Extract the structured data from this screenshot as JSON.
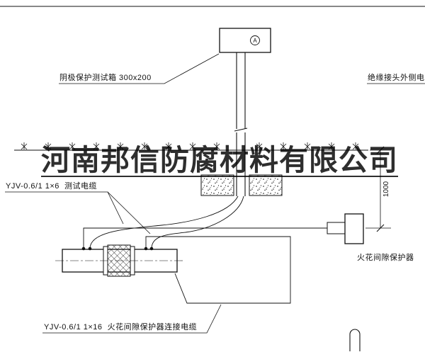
{
  "watermark": {
    "text": "河南邦信防腐材料有限公司"
  },
  "test_box": {
    "label": "阴极保护测试箱 300x200",
    "symbol": "A"
  },
  "cables": {
    "right_label": "绝缘接头外侧电缆",
    "test_label": "YJV-0.6/1 1×6  测试电缆",
    "protector_label": "YJV-0.6/1 1×16  火花间隙保护器连接电缆"
  },
  "protector": {
    "label": "火花间隙保护器"
  },
  "dimension": {
    "value": "1000"
  }
}
